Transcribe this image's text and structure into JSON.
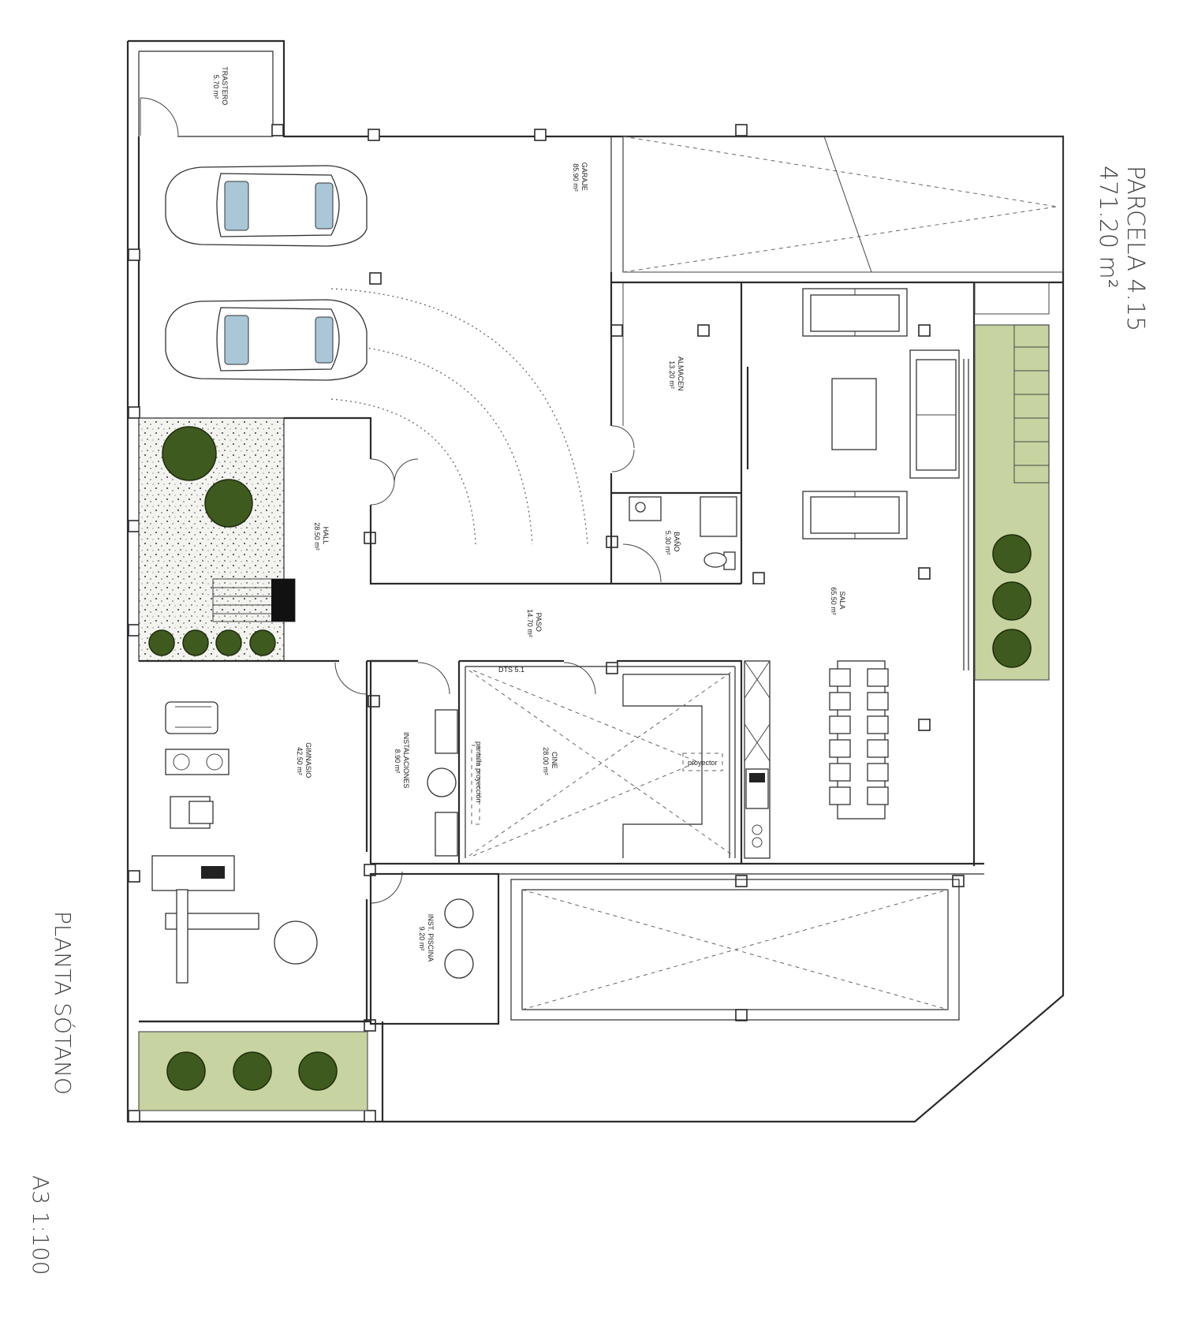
{
  "title": {
    "parcel_name": "PARCELA 4.15",
    "parcel_area": "471.20 m²",
    "floor_name": "PLANTA SÓTANO",
    "sheet_scale": "A3 1:100"
  },
  "rooms": {
    "trastero": {
      "name": "TRASTERO",
      "area": "5.70 m²"
    },
    "garaje": {
      "name": "GARAJE",
      "area": "85.90 m²"
    },
    "almacen": {
      "name": "ALMACEN",
      "area": "13.20 m²"
    },
    "bano": {
      "name": "BAÑO",
      "area": "5.30 m²"
    },
    "hall": {
      "name": "HALL",
      "area": "28.50 m²"
    },
    "paso": {
      "name": "PASO",
      "area": "14.70 m²"
    },
    "sala": {
      "name": "SALA",
      "area": "65.50 m²"
    },
    "gimnasio": {
      "name": "GIMNASIO",
      "area": "42.50 m²"
    },
    "instalaciones": {
      "name": "INSTALACIONES",
      "area": "8.90 m²"
    },
    "cine": {
      "name": "CINE",
      "area": "28.00 m²"
    },
    "inst_piscina": {
      "name": "INST. PISCINA",
      "area": "9.20 m²"
    }
  },
  "annotations": {
    "dts": "DTS 5.1",
    "projector": "proyector",
    "screen": "pantalla proyección"
  },
  "colors": {
    "planter_green": "#c7d3a0",
    "tree_green": "#3f5a1f",
    "car_glass": "#a9c7d6",
    "wall": "#2b2b2b"
  }
}
